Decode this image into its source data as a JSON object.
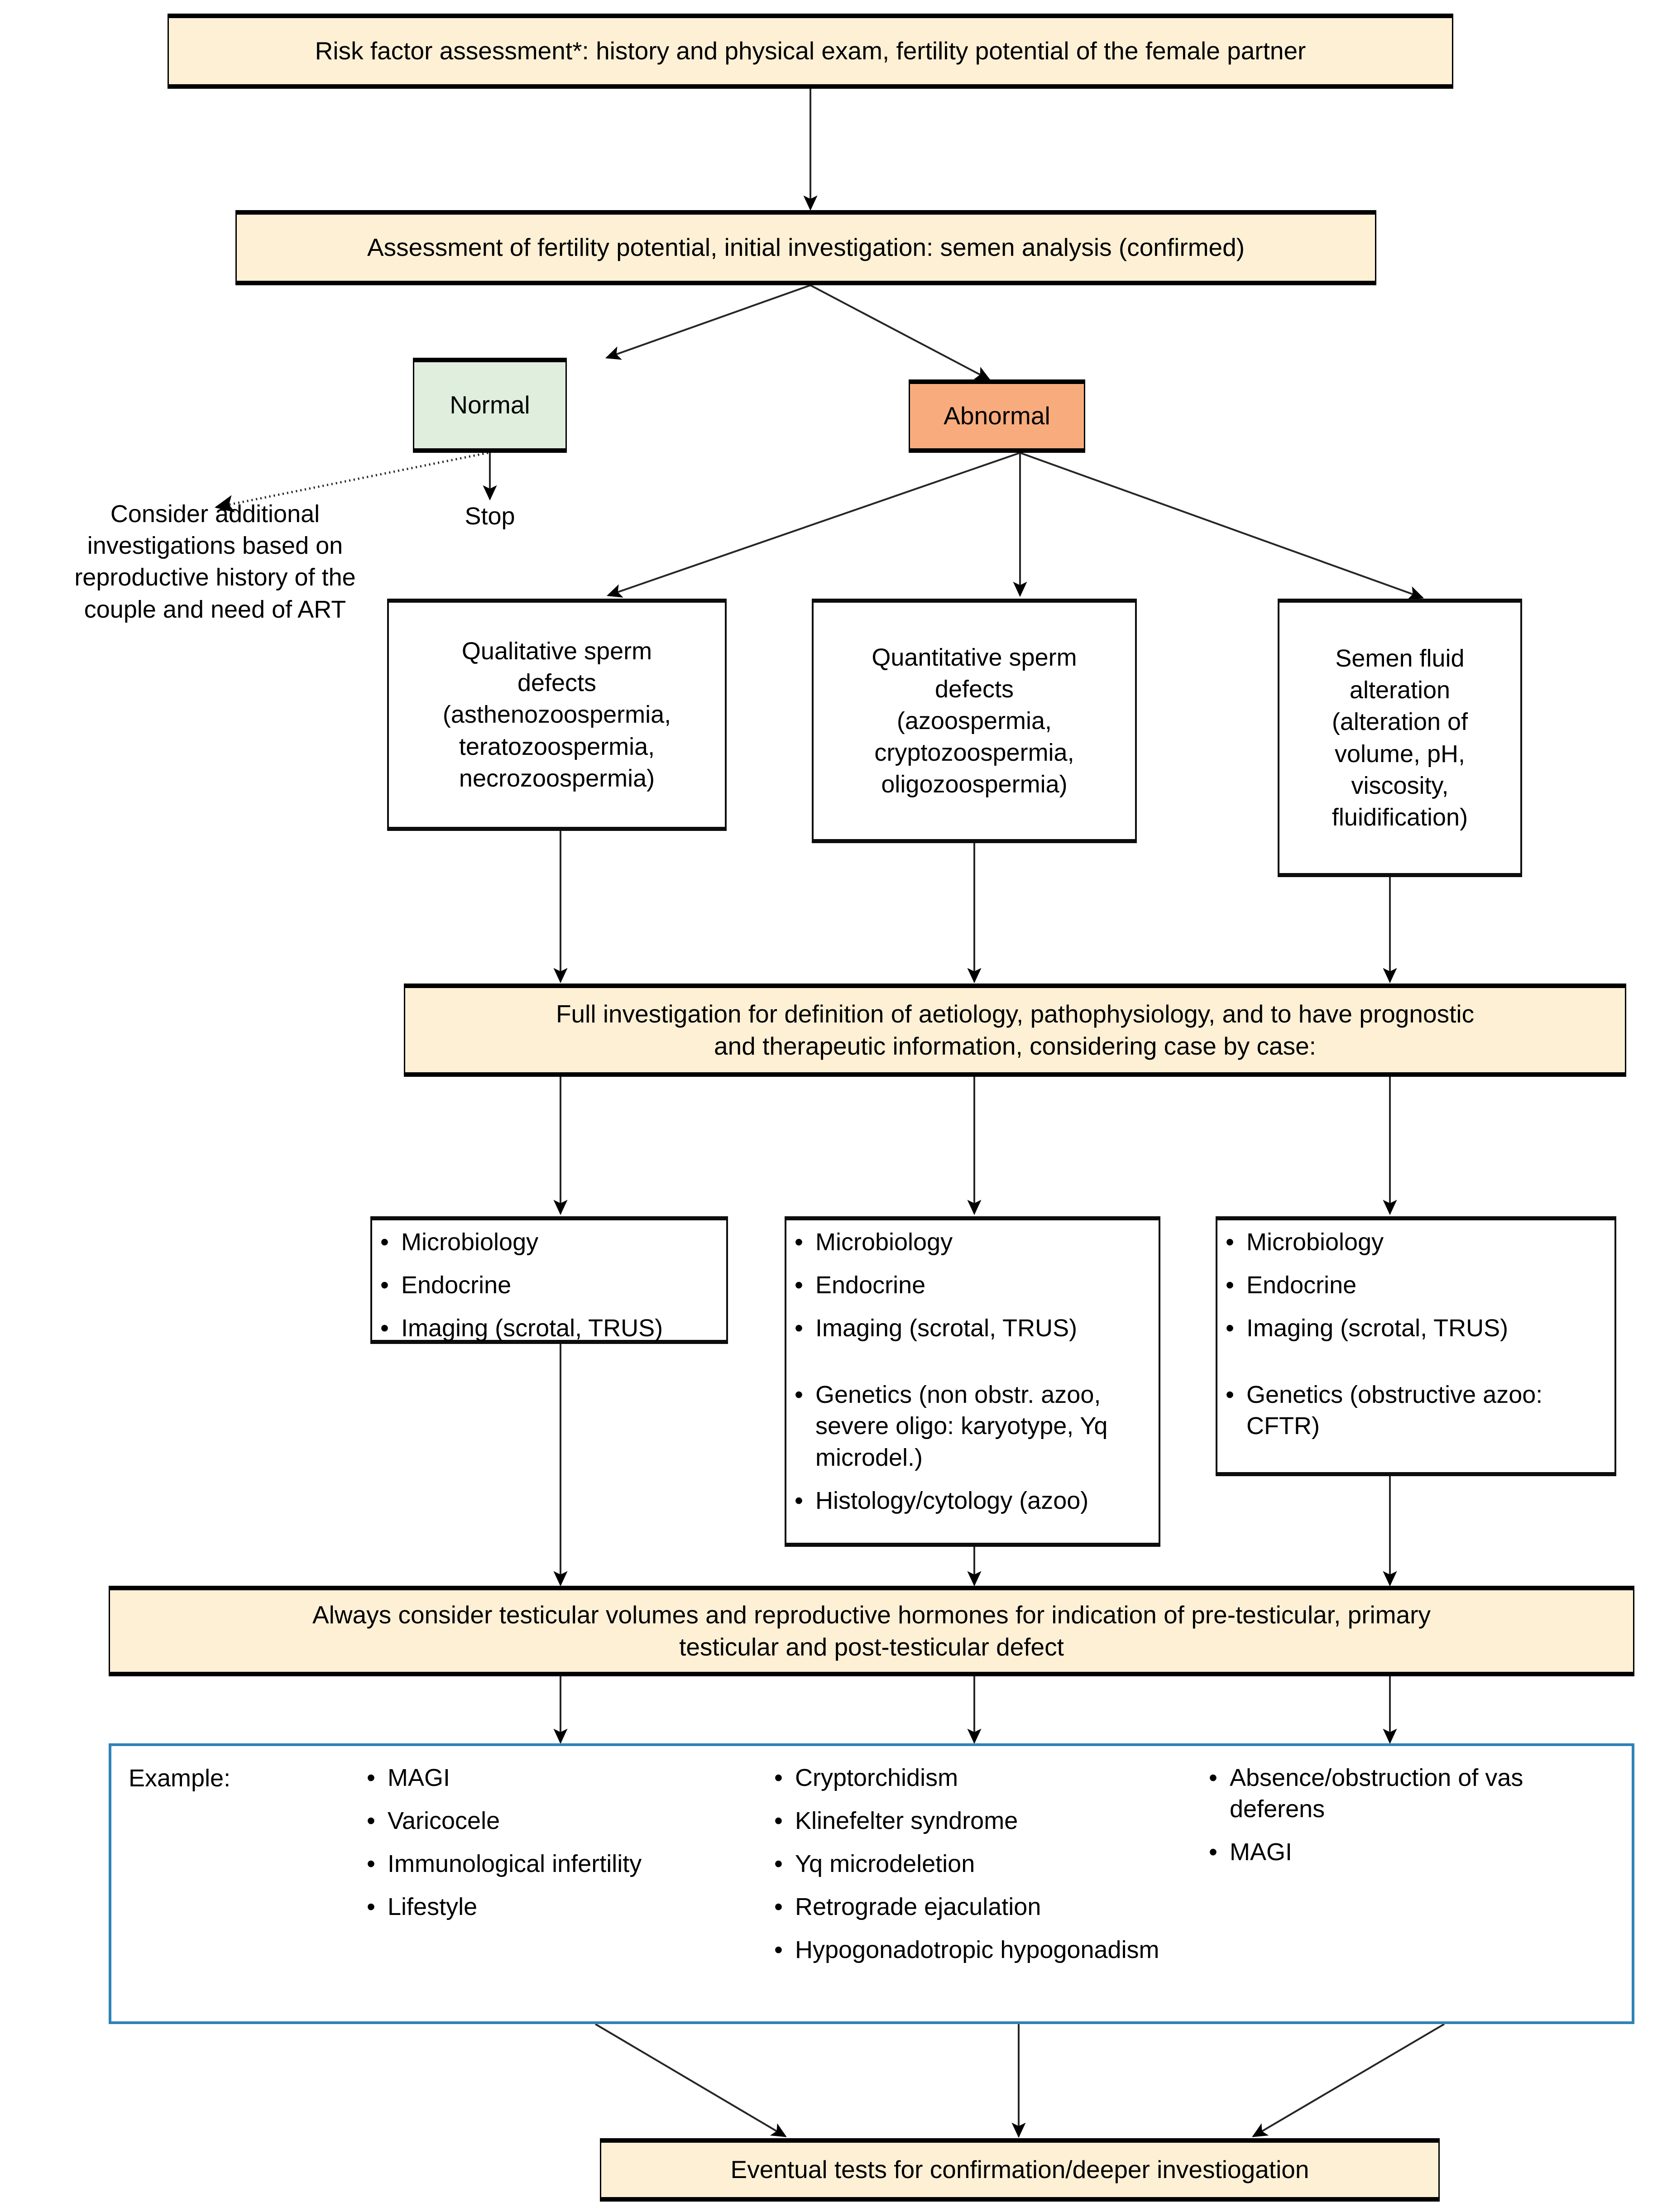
{
  "diagram": {
    "title_text": "Male infertility diagnostic work-up flowchart",
    "colors": {
      "cream_fill": "#fdf0d5",
      "green_fill": "#dfeedd",
      "orange_fill": "#f8ac7d",
      "blue_border": "#2e83b8",
      "outline": "#000000"
    },
    "nodes": {
      "risk_factor": "Risk factor assessment*: history and physical exam, fertility potential of the female partner",
      "assessment": "Assessment of fertility potential, initial investigation: semen analysis (confirmed)",
      "normal": "Normal",
      "abnormal": "Abnormal",
      "stop": "Stop",
      "consider_additional": "Consider additional investigations based on reproductive history of the couple and need of ART",
      "qualitative": "Qualitative sperm defects (asthenozoospermia, teratozoospermia, necrozoospermia)",
      "quantitative": "Quantitative sperm defects (azoospermia, cryptozoospermia, oligozoospermia)",
      "semen_fluid": "Semen fluid alteration (alteration of volume, pH, viscosity, fluidification)",
      "full_investigation": "Full investigation for definition of aetiology, pathophysiology, and to have prognostic and therapeutic information, considering case by case:",
      "always_consider": "Always consider testicular volumes and reproductive hormones for indication of pre-testicular, primary testicular and post-testicular defect",
      "example_label": "Example:",
      "eventual_tests": "Eventual tests for confirmation/deeper investiogation"
    },
    "node_lines": {
      "qualitative": [
        "Qualitative sperm",
        "defects",
        "(asthenozoospermia,",
        "teratozoospermia,",
        "necrozoospermia)"
      ],
      "quantitative": [
        "Quantitative sperm",
        "defects",
        "(azoospermia,",
        "cryptozoospermia,",
        "oligozoospermia)"
      ],
      "semen_fluid": [
        "Semen fluid",
        "alteration",
        "(alteration of",
        "volume, pH,",
        "viscosity,",
        "fluidification)"
      ],
      "consider_additional": [
        "Consider additional",
        "investigations based on",
        "reproductive history of the",
        "couple and need of ART"
      ],
      "risk_factor": [
        "Risk factor assessment*: history and physical exam, fertility potential of the female partner"
      ],
      "assessment": [
        "Assessment of fertility potential, initial investigation: semen analysis (confirmed)"
      ],
      "full_investigation": [
        "Full investigation for definition of aetiology, pathophysiology, and to have prognostic",
        "and therapeutic information, considering case by case:"
      ],
      "always_consider": [
        "Always consider testicular volumes and reproductive hormones for indication of pre-testicular, primary",
        "testicular and post-testicular defect"
      ],
      "eventual_tests": [
        "Eventual tests for confirmation/deeper investiogation"
      ]
    },
    "investigation_boxes": [
      {
        "name": "qualitative-investigations",
        "items": [
          {
            "text": "Microbiology",
            "type": "bullet"
          },
          {
            "text": "Endocrine",
            "type": "bullet"
          },
          {
            "text": "Imaging (scrotal, TRUS)",
            "type": "bullet"
          }
        ]
      },
      {
        "name": "quantitative-investigations",
        "items": [
          {
            "text": "Microbiology",
            "type": "bullet"
          },
          {
            "text": "Endocrine",
            "type": "bullet"
          },
          {
            "text": "Imaging (scrotal, TRUS)",
            "type": "bullet"
          },
          {
            "text": "",
            "type": "spacer"
          },
          {
            "text": "Genetics (non obstr. azoo, severe oligo: karyotype, Yq microdel.)",
            "type": "bullet"
          },
          {
            "text": "Histology/cytology (azoo)",
            "type": "bullet"
          }
        ]
      },
      {
        "name": "semen-fluid-investigations",
        "items": [
          {
            "text": "Microbiology",
            "type": "bullet"
          },
          {
            "text": "Endocrine",
            "type": "bullet"
          },
          {
            "text": "Imaging (scrotal, TRUS)",
            "type": "bullet"
          },
          {
            "text": "",
            "type": "spacer"
          },
          {
            "text": "Genetics (obstructive azoo: CFTR)",
            "type": "bullet"
          }
        ]
      }
    ],
    "example_columns": [
      {
        "name": "example-column-1",
        "items": [
          "MAGI",
          "Varicocele",
          "Immunological infertility",
          "Lifestyle"
        ]
      },
      {
        "name": "example-column-2",
        "items": [
          "Cryptorchidism",
          "Klinefelter syndrome",
          "Yq microdeletion",
          "Retrograde ejaculation",
          "Hypogonadotropic hypogonadism"
        ]
      },
      {
        "name": "example-column-3",
        "items": [
          "Absence/obstruction of vas deferens",
          "MAGI"
        ]
      }
    ],
    "bullet_glyph": "•"
  }
}
